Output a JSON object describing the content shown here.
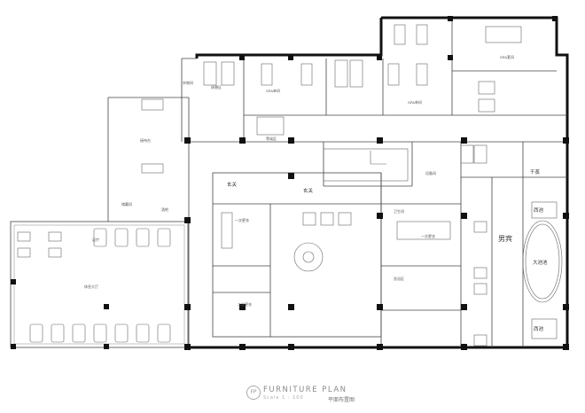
{
  "labels": {
    "storage": "杂物间",
    "rest_area_top": "休憩区",
    "spa_room_1": "SPA单间",
    "spa_room_2": "SPA单间",
    "spa_suite": "SPA套间",
    "reception": "接待台",
    "waiting_area": "等候区",
    "cloakroom": "储藏间",
    "bar": "酒吧",
    "pedicure": "足疗",
    "lounge_hall": "休息大厅",
    "foyer_1": "玄关",
    "foyer_2": "玄关",
    "first_changing_left": "一次更衣",
    "first_changing_right": "一次更衣",
    "second_changing": "二次更衣",
    "equipment_room": "设备间",
    "sauna": "干蒸",
    "west_pool_1": "西池",
    "big_pool": "大池池",
    "west_pool_2": "西池",
    "male_bath": "男宾",
    "wash_area": "洗浴区",
    "toilet": "卫生间"
  },
  "title": {
    "badge": "FP",
    "main": "FURNITURE PLAN",
    "scale": "Scale 1 : 100",
    "subtitle": "平面布置图"
  }
}
